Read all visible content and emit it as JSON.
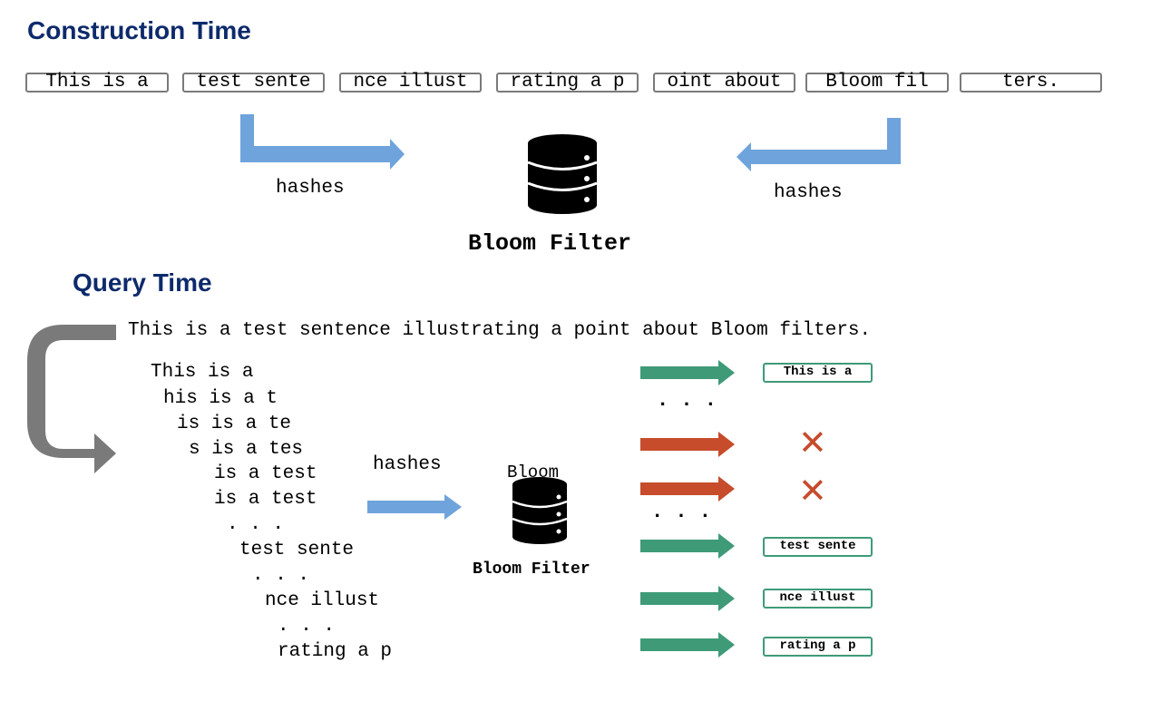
{
  "construction": {
    "title": "Construction Time",
    "chunks": [
      "This is a",
      "test sente",
      "nce illust",
      "rating a p",
      "oint about",
      "Bloom fil",
      "ters."
    ],
    "hashes_left": "hashes",
    "hashes_right": "hashes",
    "filter_label": "Bloom Filter"
  },
  "query": {
    "title": "Query Time",
    "sentence": "This is a test sentence illustrating a point about Bloom filters.",
    "windows": [
      "This is a",
      "his is a t",
      "is is a te",
      "s is a tes",
      "is a test",
      "is a test",
      ". . .",
      "test sente",
      ". . .",
      "nce illust",
      ". . .",
      "rating a p"
    ],
    "hashes": "hashes",
    "filter_top_label": "Bloom",
    "filter_label": "Bloom Filter",
    "ellipsis_1": ". . .",
    "ellipsis_2": ". . .",
    "matches": [
      "This is a",
      "test sente",
      "nce illust",
      "rating a p"
    ],
    "miss_marks": [
      "✕",
      "✕"
    ]
  },
  "colors": {
    "heading": "#0d2a6b",
    "blue_arrow": "#6fa3dc",
    "gray_arrow": "#7a7a7a",
    "green_arrow": "#3f9a78",
    "red_arrow": "#c64c2c",
    "chunk_border": "#7a7a7a",
    "match_border": "#3f9a78"
  },
  "icons": [
    "database-icon",
    "check-arrow-icon",
    "miss-arrow-icon",
    "cross-icon"
  ]
}
